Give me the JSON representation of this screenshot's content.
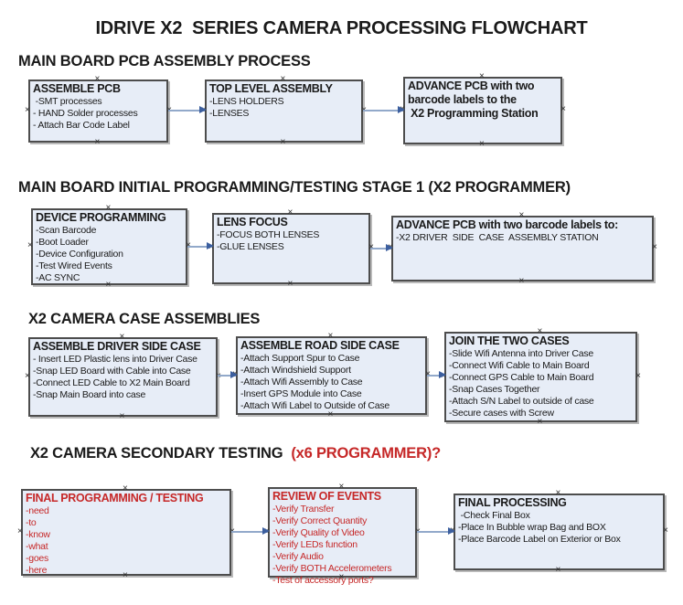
{
  "page": {
    "title": "IDRIVE X2  SERIES CAMERA PROCESSING FLOWCHART"
  },
  "colors": {
    "box_fill": "#e7edf7",
    "box_border": "#4d4d4d",
    "arrow_line": "#92a9ca",
    "arrow_head": "#3c5f9f",
    "red_text": "#c62828",
    "black_text": "#1a1a1a"
  },
  "icons": {
    "connector_handle": "×"
  },
  "sections": [
    {
      "header": "MAIN BOARD PCB ASSEMBLY PROCESS",
      "boxes": [
        {
          "title": "ASSEMBLE PCB",
          "lines": [
            " -SMT processes",
            "- HAND Solder processes",
            "- Attach Bar Code Label"
          ]
        },
        {
          "title": "TOP LEVEL ASSEMBLY",
          "lines": [
            "-LENS HOLDERS",
            "-LENSES"
          ]
        },
        {
          "title": "ADVANCE PCB with two\nbarcode labels to the\n X2 Programming Station",
          "lines": []
        }
      ]
    },
    {
      "header": "MAIN BOARD INITIAL PROGRAMMING/TESTING STAGE 1 (X2 PROGRAMMER)",
      "boxes": [
        {
          "title": "DEVICE PROGRAMMING",
          "lines": [
            "-Scan Barcode",
            "-Boot Loader",
            "-Device Configuration",
            "-Test Wired Events",
            "-AC SYNC"
          ]
        },
        {
          "title": "LENS FOCUS",
          "lines": [
            "-FOCUS BOTH LENSES",
            "-GLUE LENSES"
          ]
        },
        {
          "title": "ADVANCE PCB with two barcode labels to:",
          "lines": [
            "-X2 DRIVER  SIDE  CASE  ASSEMBLY STATION"
          ]
        }
      ]
    },
    {
      "header": "X2 CAMERA CASE ASSEMBLIES",
      "boxes": [
        {
          "title": "ASSEMBLE DRIVER SIDE CASE",
          "lines": [
            "- Insert LED Plastic lens into Driver Case",
            "-Snap LED Board with Cable into Case",
            "-Connect LED Cable to X2 Main Board",
            "-Snap Main Board into case"
          ]
        },
        {
          "title": "ASSEMBLE ROAD SIDE CASE",
          "lines": [
            "-Attach Support Spur to Case",
            "-Attach Windshield Support",
            "-Attach Wifi Assembly to Case",
            "-Insert GPS Module into Case",
            "-Attach Wifi Label to Outside of Case"
          ]
        },
        {
          "title": "JOIN THE TWO CASES",
          "lines": [
            "-Slide Wifi Antenna into Driver Case",
            "-Connect Wifi Cable to Main Board",
            "-Connect GPS Cable to Main Board",
            "-Snap Cases Together",
            "-Attach S/N Label to outside of case",
            "-Secure cases with Screw"
          ]
        }
      ]
    },
    {
      "header_black": "X2 CAMERA SECONDARY TESTING",
      "header_red": "(x6 PROGRAMMER)?",
      "boxes": [
        {
          "title": "FINAL PROGRAMMING / TESTING",
          "lines": [
            "-need",
            "-to",
            "-know",
            "-what",
            "-goes",
            "-here"
          ]
        },
        {
          "title": "REVIEW OF EVENTS",
          "lines": [
            "-Verify Transfer",
            "-Verify Correct Quantity",
            "-Verify Quality of Video",
            "-Verify LEDs function",
            "-Verify Audio",
            "-Verify BOTH Accelerometers",
            "-Test of accessory ports?"
          ]
        },
        {
          "title": "FINAL PROCESSING",
          "lines": [
            " -Check Final Box",
            "-Place In Bubble wrap Bag and BOX",
            "-Place Barcode Label on Exterior or Box"
          ]
        }
      ]
    }
  ]
}
